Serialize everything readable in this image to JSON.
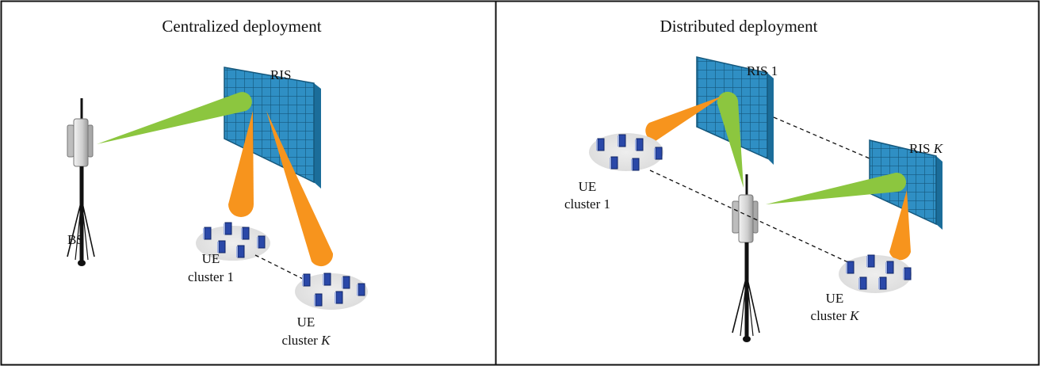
{
  "panels": [
    {
      "title": "Centralized deployment",
      "bs_label": "BS",
      "ris_label": "RIS",
      "cluster1": {
        "line1": "UE",
        "line2": "cluster 1"
      },
      "clusterK": {
        "line1": "UE",
        "line2_prefix": "cluster ",
        "line2_italic": "K"
      }
    },
    {
      "title": "Distributed deployment",
      "ris1_label": "RIS 1",
      "risK_prefix": "RIS ",
      "risK_italic": "K",
      "cluster1": {
        "line1": "UE",
        "line2": "cluster 1"
      },
      "clusterK": {
        "line1": "UE",
        "line2_prefix": "cluster ",
        "line2_italic": "K"
      }
    }
  ],
  "colors": {
    "border": "#111111",
    "ris_face": "#2f8fc4",
    "ris_side": "#1b6d9a",
    "ris_grid": "#15587d",
    "beam_green": "#8cc63f",
    "beam_orange": "#f7941d",
    "cluster_fill": "#e6e6e6",
    "ue_device": "#2a48a8",
    "bs_body": "#d8d8d8",
    "tower": "#111111"
  }
}
